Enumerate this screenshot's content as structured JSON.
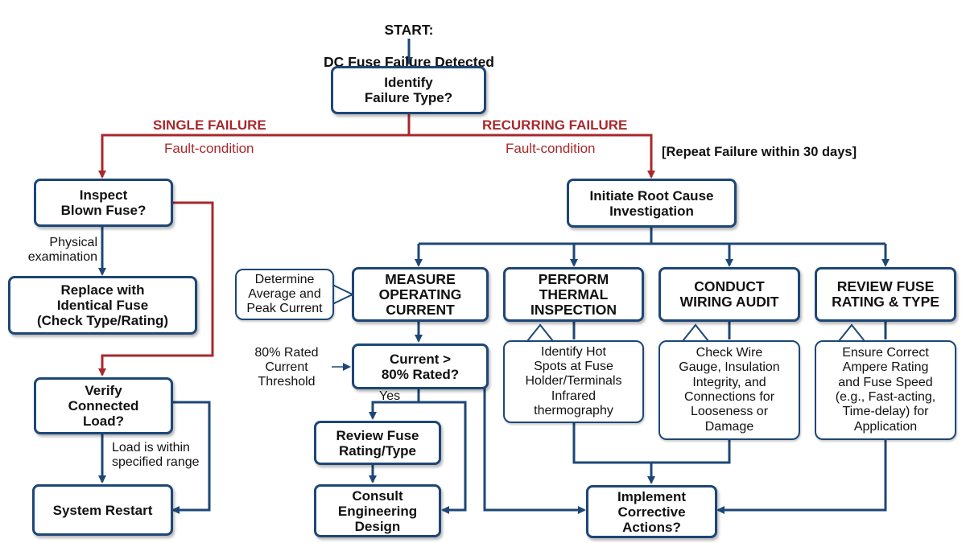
{
  "start": {
    "line1": "START:",
    "line2": "DC Fuse Failure Detected"
  },
  "nodes": {
    "identify": "Identify\nFailure Type?",
    "inspect": "Inspect\nBlown Fuse?",
    "replace": "Replace with\nIdentical Fuse\n(Check Type/Rating)",
    "verify": "Verify\nConnected\nLoad?",
    "restart": "System Restart",
    "rootcause": "Initiate Root Cause\nInvestigation",
    "measure": "MEASURE\nOPERATING\nCURRENT",
    "thermal": "PERFORM\nTHERMAL\nINSPECTION",
    "wiring": "CONDUCT\nWIRING AUDIT",
    "rating": "REVIEW FUSE\nRATING & TYPE",
    "current80": "Current >\n80% Rated?",
    "reviewfuse": "Review Fuse\nRating/Type",
    "consult": "Consult\nEngineering\nDesign",
    "implement": "Implement\nCorrective\nActions?"
  },
  "callouts": {
    "determine": "Determine\nAverage and\nPeak Current",
    "hotspots": "Identify Hot\nSpots at Fuse\nHolder/Terminals\nInfrared\nthermography",
    "wire": "Check Wire\nGauge, Insulation\nIntegrity, and\nConnections for\nLooseness or\nDamage",
    "ampere": "Ensure Correct\nAmpere Rating\nand Fuse Speed\n(e.g., Fast-acting,\nTime-delay) for\nApplication"
  },
  "labels": {
    "single": "SINGLE FAILURE",
    "recurring": "RECURRING FAILURE",
    "fault_left": "Fault-condition",
    "fault_right": "Fault-condition",
    "repeat": "[Repeat Failure within 30 days]",
    "physical": "Physical\nexamination",
    "threshold": "80% Rated\nCurrent\nThreshold",
    "yes": "Yes",
    "load_range": "Load is within\nspecified range"
  },
  "colors": {
    "blue": "#1d4777",
    "red": "#a8282d"
  }
}
